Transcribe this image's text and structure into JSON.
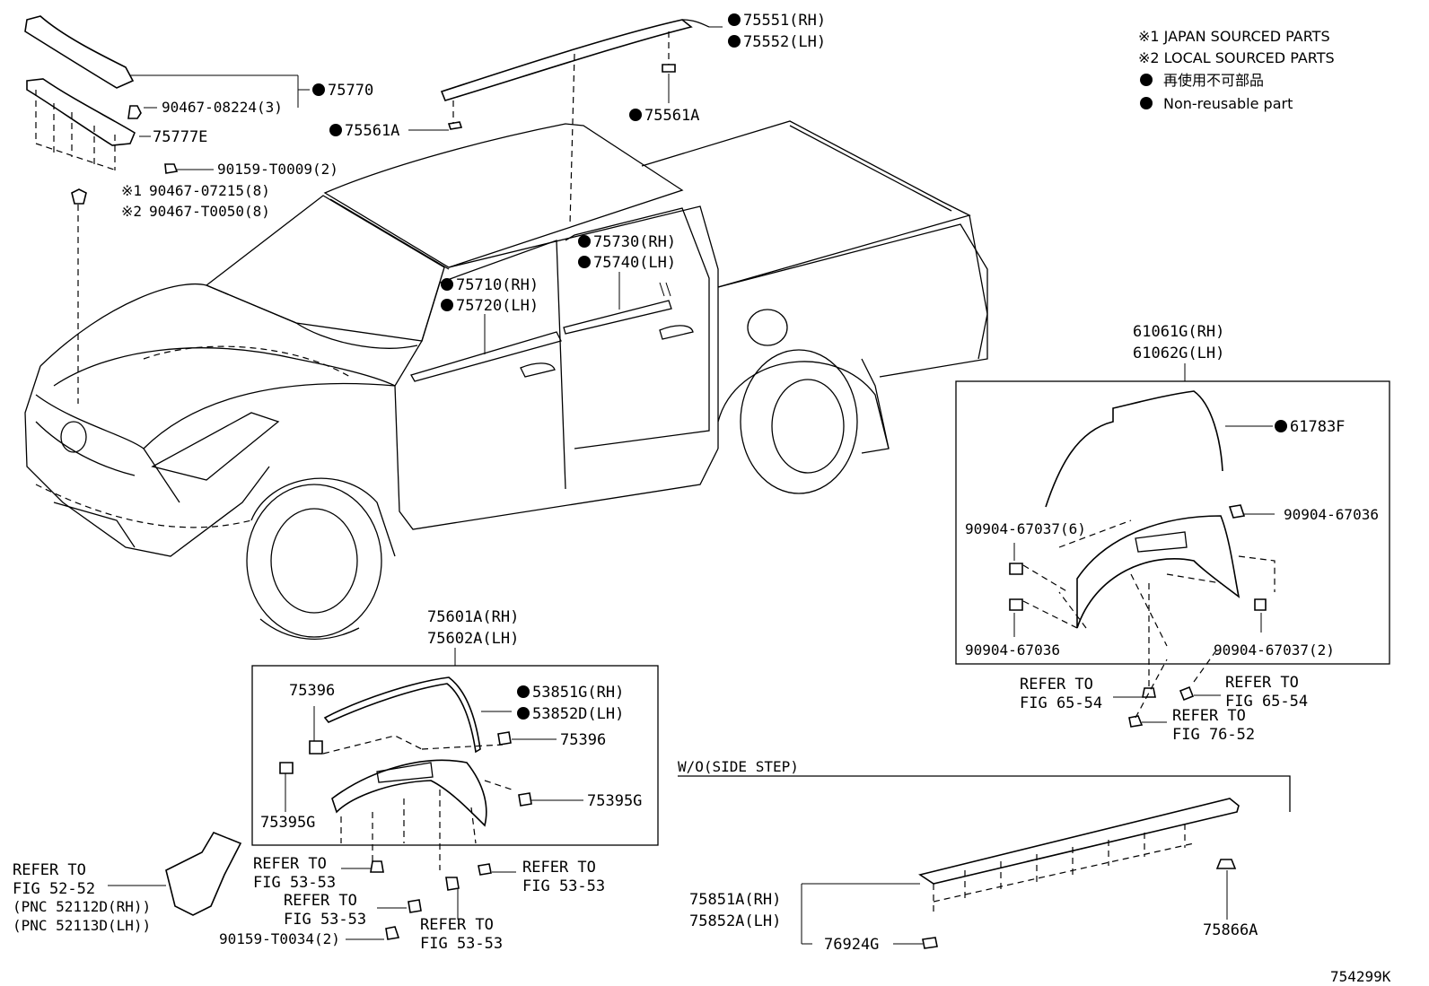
{
  "notes": {
    "note1": "※1 JAPAN SOURCED PARTS",
    "note2": "※2 LOCAL SOURCED PARTS",
    "note3_jp": "再使用不可部品",
    "note4_en": "Non-reusable part"
  },
  "parts": {
    "p75551": "75551(RH)",
    "p75552": "75552(LH)",
    "p75561A_roof": "75561A",
    "p75561A_left": "75561A",
    "p75770": "75770",
    "p90467_08224": "90467-08224(3)",
    "p75777E": "75777E",
    "p90159_T0009": "90159-T0009(2)",
    "p90467_07215": "90467-07215(8)",
    "p90467_T0050": "90467-T0050(8)",
    "mark1": "※1",
    "mark2": "※2",
    "p75730": "75730(RH)",
    "p75740": "75740(LH)",
    "p75710": "75710(RH)",
    "p75720": "75720(LH)",
    "p61061G": "61061G(RH)",
    "p61062G": "61062G(LH)",
    "p61783F": "61783F",
    "p90904_67037_6": "90904-67037(6)",
    "p90904_67036_r": "90904-67036",
    "p90904_67036_l": "90904-67036",
    "p90904_67037_2": "90904-67037(2)",
    "p75601A": "75601A(RH)",
    "p75602A": "75602A(LH)",
    "p75396_l": "75396",
    "p75396_r": "75396",
    "p53851G": "53851G(RH)",
    "p53852D": "53852D(LH)",
    "p75395G_r": "75395G",
    "p75395G_l": "75395G",
    "p75851A": "75851A(RH)",
    "p75852A": "75852A(LH)",
    "p76924G": "76924G",
    "p75866A": "75866A",
    "p90159_T0034": "90159-T0034(2)",
    "pnc_rh": "(PNC 52112D(RH))",
    "pnc_lh": "(PNC 52113D(LH))",
    "wo_side_step": "W/O(SIDE STEP)",
    "diagram_id": "754299K"
  },
  "refs": {
    "refer_to": "REFER TO",
    "fig_65_54": "FIG 65-54",
    "fig_76_52": "FIG 76-52",
    "fig_53_53": "FIG 53-53",
    "fig_52_52": "FIG 52-52"
  }
}
